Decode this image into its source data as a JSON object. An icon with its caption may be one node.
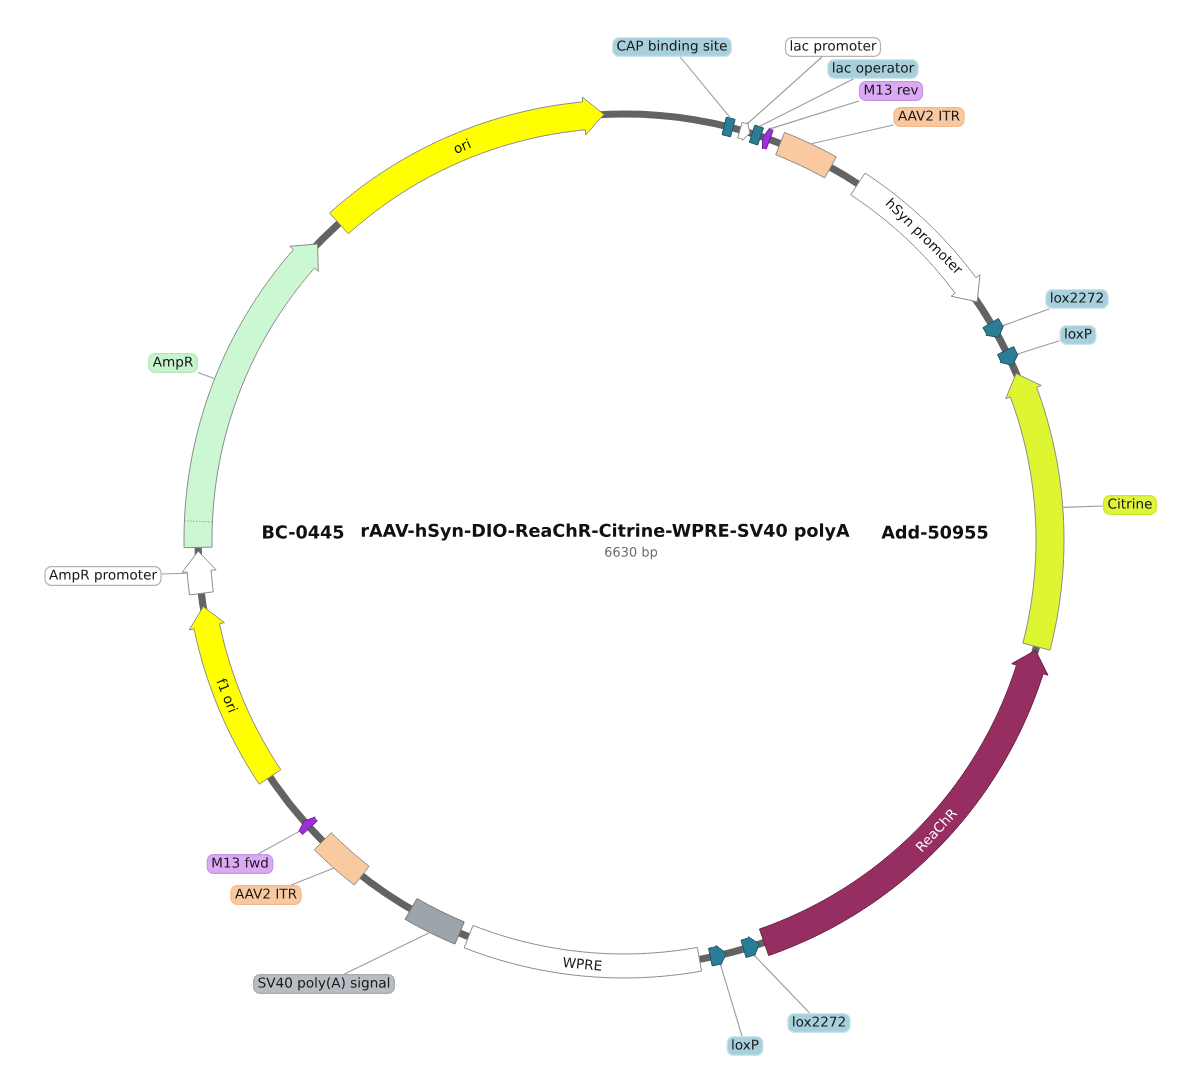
{
  "diagram": {
    "title": "rAAV-hSyn-DIO-ReaChR-Citrine-WPRE-SV40 polyA",
    "nodes": [
      {
        "text": [
          "CAP binding site"
        ]
      },
      {
        "text": [],
        "shape": "box"
      },
      {
        "text": [
          "lac promoter"
        ]
      },
      {
        "text": [],
        "shape": "arrow"
      },
      {
        "text": [
          "lac operator"
        ]
      },
      {
        "text": [],
        "shape": "box"
      },
      {
        "text": [
          "M13 rev"
        ]
      },
      {
        "text": [],
        "shape": "arrow"
      },
      {
        "text": [
          "AAV2 ITR"
        ]
      },
      {
        "text": [],
        "shape": "box"
      },
      {
        "text": [
          "hSyn promoter"
        ]
      },
      {
        "text": [
          "lox2272"
        ]
      },
      {
        "text": [],
        "shape": "arrow"
      },
      {
        "text": [
          "loxP"
        ]
      },
      {
        "text": [],
        "shape": "arrow"
      },
      {
        "text": [
          "Citrine"
        ]
      },
      {
        "text": [],
        "shape": "arrow"
      },
      {
        "text": [
          "ReaChR"
        ]
      },
      {
        "text": [
          "lox2272"
        ]
      },
      {
        "text": [],
        "shape": "arrow"
      },
      {
        "text": [
          "loxP"
        ]
      },
      {
        "text": [],
        "shape": "arrow"
      },
      {
        "text": [
          "WPRE"
        ]
      },
      {
        "text": [
          "SV40 poly(A) signal"
        ]
      },
      {
        "text": [],
        "shape": "box"
      },
      {
        "text": [
          "AAV2 ITR"
        ]
      },
      {
        "text": [],
        "shape": "box"
      },
      {
        "text": [
          "M13 fwd"
        ]
      },
      {
        "text": [],
        "shape": "arrow"
      },
      {
        "text": [
          "f1 ori"
        ]
      },
      {
        "text": [
          "AmpR promoter"
        ]
      },
      {
        "text": [],
        "shape": "arrow"
      },
      {
        "text": [
          "AmpR"
        ]
      },
      {
        "text": [],
        "shape": "arrow"
      },
      {
        "text": [
          "ori"
        ]
      }
    ],
    "edges": [
      {
        "from": 0,
        "to": 1,
        "arrow": "none"
      },
      {
        "from": 2,
        "to": 3,
        "arrow": "none"
      },
      {
        "from": 4,
        "to": 5,
        "arrow": "none"
      },
      {
        "from": 6,
        "to": 7,
        "arrow": "none"
      },
      {
        "from": 8,
        "to": 9,
        "arrow": "none"
      },
      {
        "from": 11,
        "to": 12,
        "arrow": "none"
      },
      {
        "from": 13,
        "to": 14,
        "arrow": "none"
      },
      {
        "from": 15,
        "to": 16,
        "arrow": "none"
      },
      {
        "from": 18,
        "to": 19,
        "arrow": "none"
      },
      {
        "from": 20,
        "to": 21,
        "arrow": "none"
      },
      {
        "from": 23,
        "to": 24,
        "arrow": "none"
      },
      {
        "from": 25,
        "to": 26,
        "arrow": "none"
      },
      {
        "from": 27,
        "to": 28,
        "arrow": "none"
      },
      {
        "from": 30,
        "to": 31,
        "arrow": "none"
      },
      {
        "from": 32,
        "to": 33,
        "arrow": "none"
      }
    ],
    "labels": [
      "BC-0445",
      "Add-50955",
      "6630 bp"
    ]
  }
}
